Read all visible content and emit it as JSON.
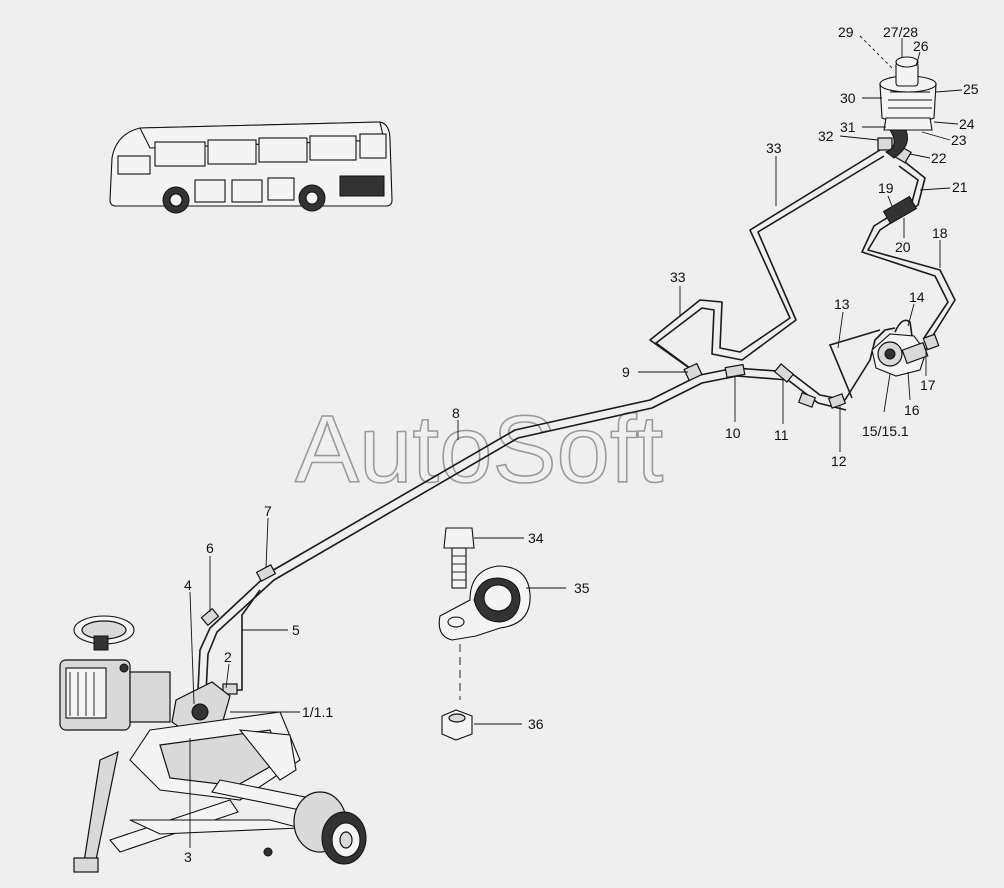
{
  "watermark": "AutoSoft",
  "colors": {
    "background": "#efefef",
    "line": "#1a1a1a",
    "watermark": "#9a9a9a"
  },
  "callouts": [
    "1/1.1",
    "2",
    "3",
    "4",
    "5",
    "6",
    "7",
    "8",
    "9",
    "10",
    "11",
    "12",
    "13",
    "14",
    "15/15.1",
    "16",
    "17",
    "18",
    "19",
    "20",
    "21",
    "22",
    "23",
    "24",
    "25",
    "26",
    "27/28",
    "29",
    "30",
    "31",
    "32",
    "33",
    "33",
    "34",
    "35",
    "36"
  ]
}
